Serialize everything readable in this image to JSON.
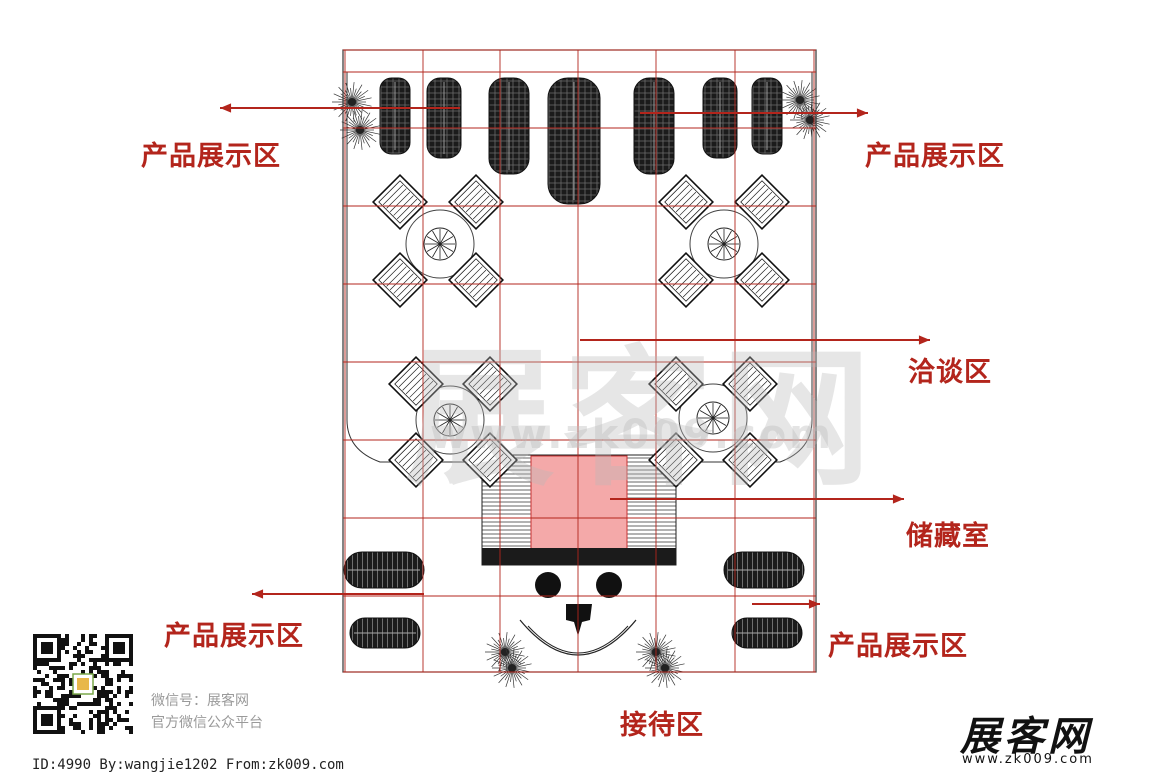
{
  "zone_labels": {
    "product_top_left": "产品展示区",
    "product_top_right": "产品展示区",
    "negotiation": "洽谈区",
    "storage": "储藏室",
    "product_bottom_left": "产品展示区",
    "product_bottom_right": "产品展示区",
    "reception": "接待区"
  },
  "watermark": {
    "logo": "展客网",
    "url": "www.zk009.com"
  },
  "wechat": {
    "line1": "微信号：展客网",
    "line2": "官方微信公众平台"
  },
  "credit": "ID:4990 By:wangjie1202 From:zk009.com",
  "brand": {
    "logo": "展客网",
    "url": "www.zk009.com"
  },
  "colors": {
    "label_red": "#b3251c",
    "grid_red": "#b3251c",
    "storage_fill": "#f4a9a9",
    "drawing": "#1a1a1a"
  },
  "icons": [
    "tire-icon",
    "potted-plant-icon",
    "chair-icon",
    "round-table-icon",
    "storage-room-icon",
    "qr-code-icon",
    "arrow-icon"
  ]
}
